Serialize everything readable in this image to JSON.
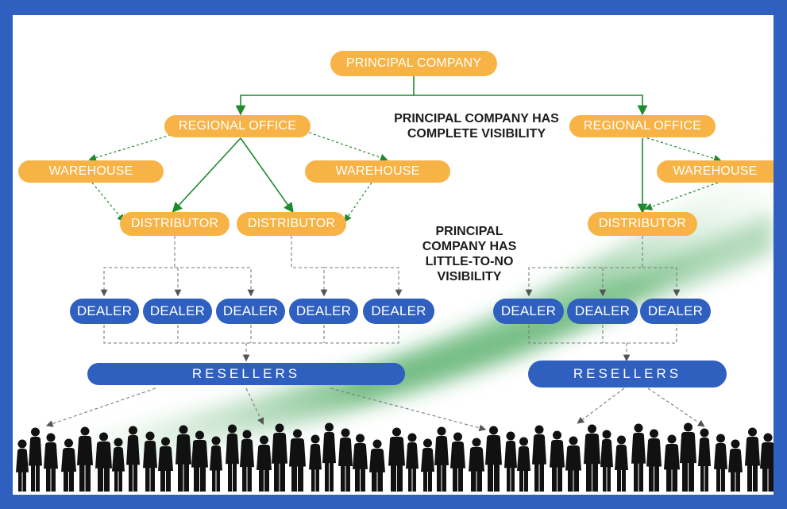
{
  "nodes": {
    "principal": "PRINCIPAL COMPANY",
    "regional_office_left": "REGIONAL OFFICE",
    "regional_office_right": "REGIONAL OFFICE",
    "warehouse_1": "WAREHOUSE",
    "warehouse_2": "WAREHOUSE",
    "warehouse_3": "WAREHOUSE",
    "distributor_1": "DISTRIBUTOR",
    "distributor_2": "DISTRIBUTOR",
    "distributor_3": "DISTRIBUTOR",
    "dealers": [
      "DEALER",
      "DEALER",
      "DEALER",
      "DEALER",
      "DEALER",
      "DEALER",
      "DEALER",
      "DEALER"
    ],
    "resellers_left": "RESELLERS",
    "resellers_right": "RESELLERS"
  },
  "notes": {
    "complete_visibility": "PRINCIPAL COMPANY HAS\nCOMPLETE VISIBILITY",
    "little_visibility": "PRINCIPAL\nCOMPANY HAS\nLITTLE-TO-NO\nVISIBILITY"
  },
  "colors": {
    "orange": "#f8b346",
    "blue": "#2f5fbf",
    "green_line": "#1f8a2f",
    "dashed_line": "#7a7a7a",
    "crowd": "#111111"
  }
}
